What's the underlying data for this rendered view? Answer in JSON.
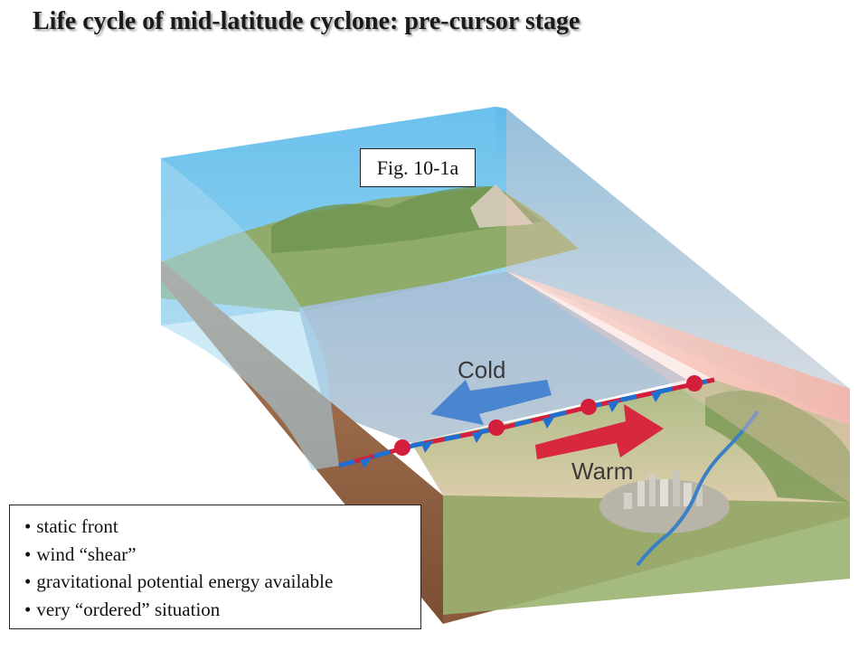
{
  "title": "Life cycle of mid-latitude cyclone: pre-cursor stage",
  "figure_label": "Fig. 10-1a",
  "diagram": {
    "cold_label": "Cold",
    "warm_label": "Warm"
  },
  "notes": [
    "static front",
    "wind “shear”",
    "gravitational potential energy available",
    "very “ordered” situation"
  ],
  "colors": {
    "cold_air": "#6fbfe6",
    "warm_air": "#f3b7ac",
    "cold_arrow": "#4a86cf",
    "warm_arrow": "#d8283f",
    "front_cold_triangles": "#1f6fd0",
    "front_warm_semicircles": "#d31f3c",
    "land": "#a9bb7a",
    "soil": "#9c6a48"
  }
}
